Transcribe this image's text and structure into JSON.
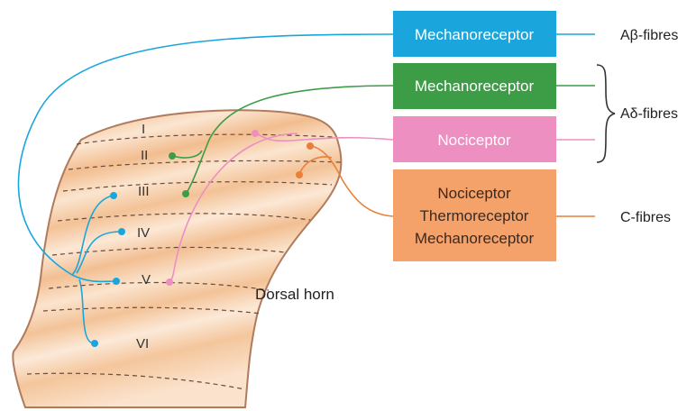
{
  "diagram": {
    "laminae": [
      "I",
      "II",
      "III",
      "IV",
      "V",
      "VI"
    ],
    "region_label": "Dorsal horn",
    "boxes": {
      "mech_abeta": {
        "label": "Mechanoreceptor",
        "fill": "#1aa6dc"
      },
      "mech_adelta": {
        "label": "Mechanoreceptor",
        "fill": "#3d9c46"
      },
      "noci_adelta": {
        "label": "Nociceptor",
        "fill": "#ee8fc2"
      },
      "c_fibre": {
        "line1": "Nociceptor",
        "line2": "Thermoreceptor",
        "line3": "Mechanoreceptor",
        "fill": "#f5a16a"
      }
    },
    "fibre_labels": {
      "abeta": "Aβ-fibres",
      "adelta": "Aδ-fibres",
      "c": "C-fibres"
    },
    "colors": {
      "abeta_line": "#1aa6dc",
      "adelta_mech_line": "#3d9c46",
      "adelta_noci_line": "#ee8fc2",
      "c_line": "#e8803a",
      "horn_outline": "#b07a5c",
      "horn_fill": "#f6c9a1"
    }
  }
}
